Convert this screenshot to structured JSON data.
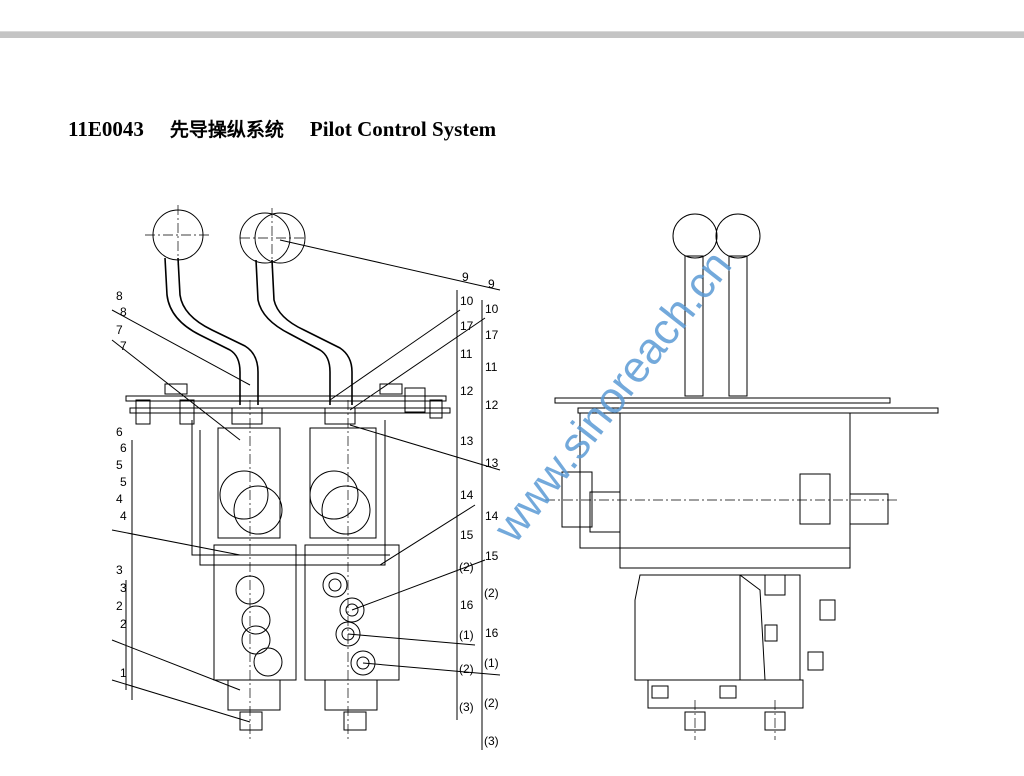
{
  "header": {
    "code": "11E0043",
    "title_cn": "先导操纵系统",
    "title_en": "Pilot Control System"
  },
  "watermark": "www.sinoreach.cn",
  "labels": {
    "left": [
      "8",
      "8",
      "7",
      "7",
      "6",
      "6",
      "5",
      "5",
      "4",
      "4",
      "3",
      "3",
      "2",
      "2",
      "1"
    ],
    "right_a": [
      "9",
      "10",
      "17",
      "11",
      "12",
      "13",
      "14",
      "15",
      "(2)",
      "16",
      "(1)",
      "(2)",
      "(3)"
    ],
    "right_b": [
      "9",
      "10",
      "17",
      "11",
      "12",
      "13",
      "14",
      "15",
      "(2)",
      "16",
      "(1)",
      "(2)",
      "(3)"
    ]
  }
}
